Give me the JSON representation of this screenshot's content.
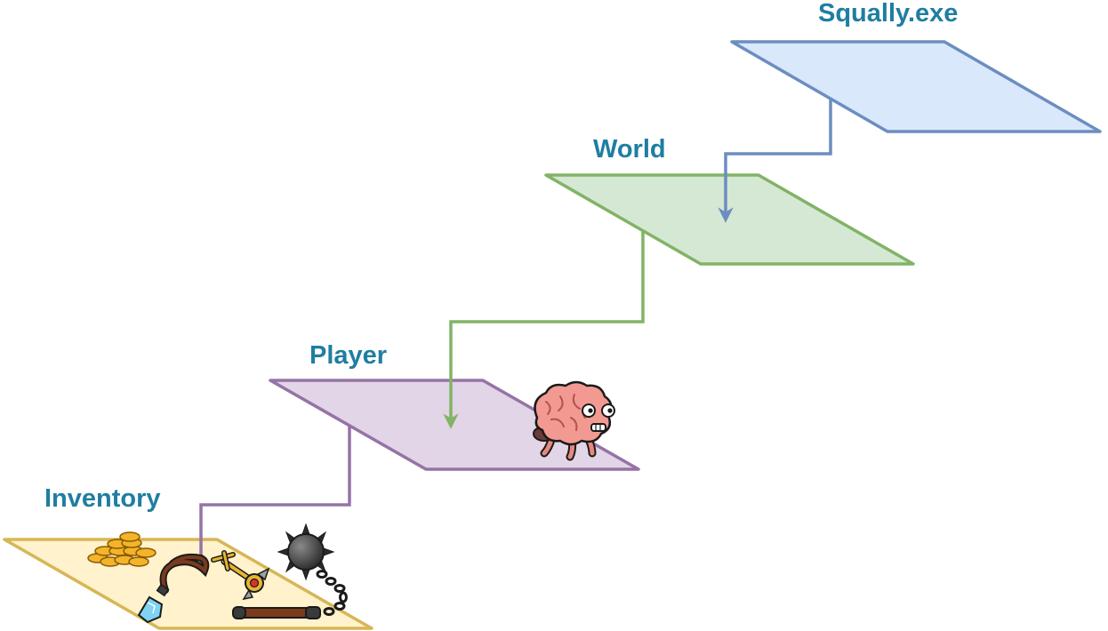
{
  "layers": [
    {
      "name": "Squally.exe",
      "fill": "#dae8fc",
      "stroke": "#6c8ebf"
    },
    {
      "name": "World",
      "fill": "#d5e8d4",
      "stroke": "#82b366"
    },
    {
      "name": "Player",
      "fill": "#e1d5e7",
      "stroke": "#9673a6"
    },
    {
      "name": "Inventory",
      "fill": "#fff2cc",
      "stroke": "#d6b656"
    }
  ],
  "label_color": "#1f7ea1",
  "connectors": [
    {
      "from": "Squally.exe",
      "to": "World",
      "color": "#6c8ebf",
      "arrow": true
    },
    {
      "from": "World",
      "to": "Player",
      "color": "#82b366",
      "arrow": true
    },
    {
      "from": "Player",
      "to": "Inventory",
      "color": "#9673a6",
      "arrow": false
    }
  ],
  "items": {
    "player": [
      "brain-creature-icon"
    ],
    "inventory": [
      "gold-coins-icon",
      "whip-icon",
      "potion-flask-icon",
      "golden-key-icon",
      "spiked-flail-icon"
    ]
  }
}
